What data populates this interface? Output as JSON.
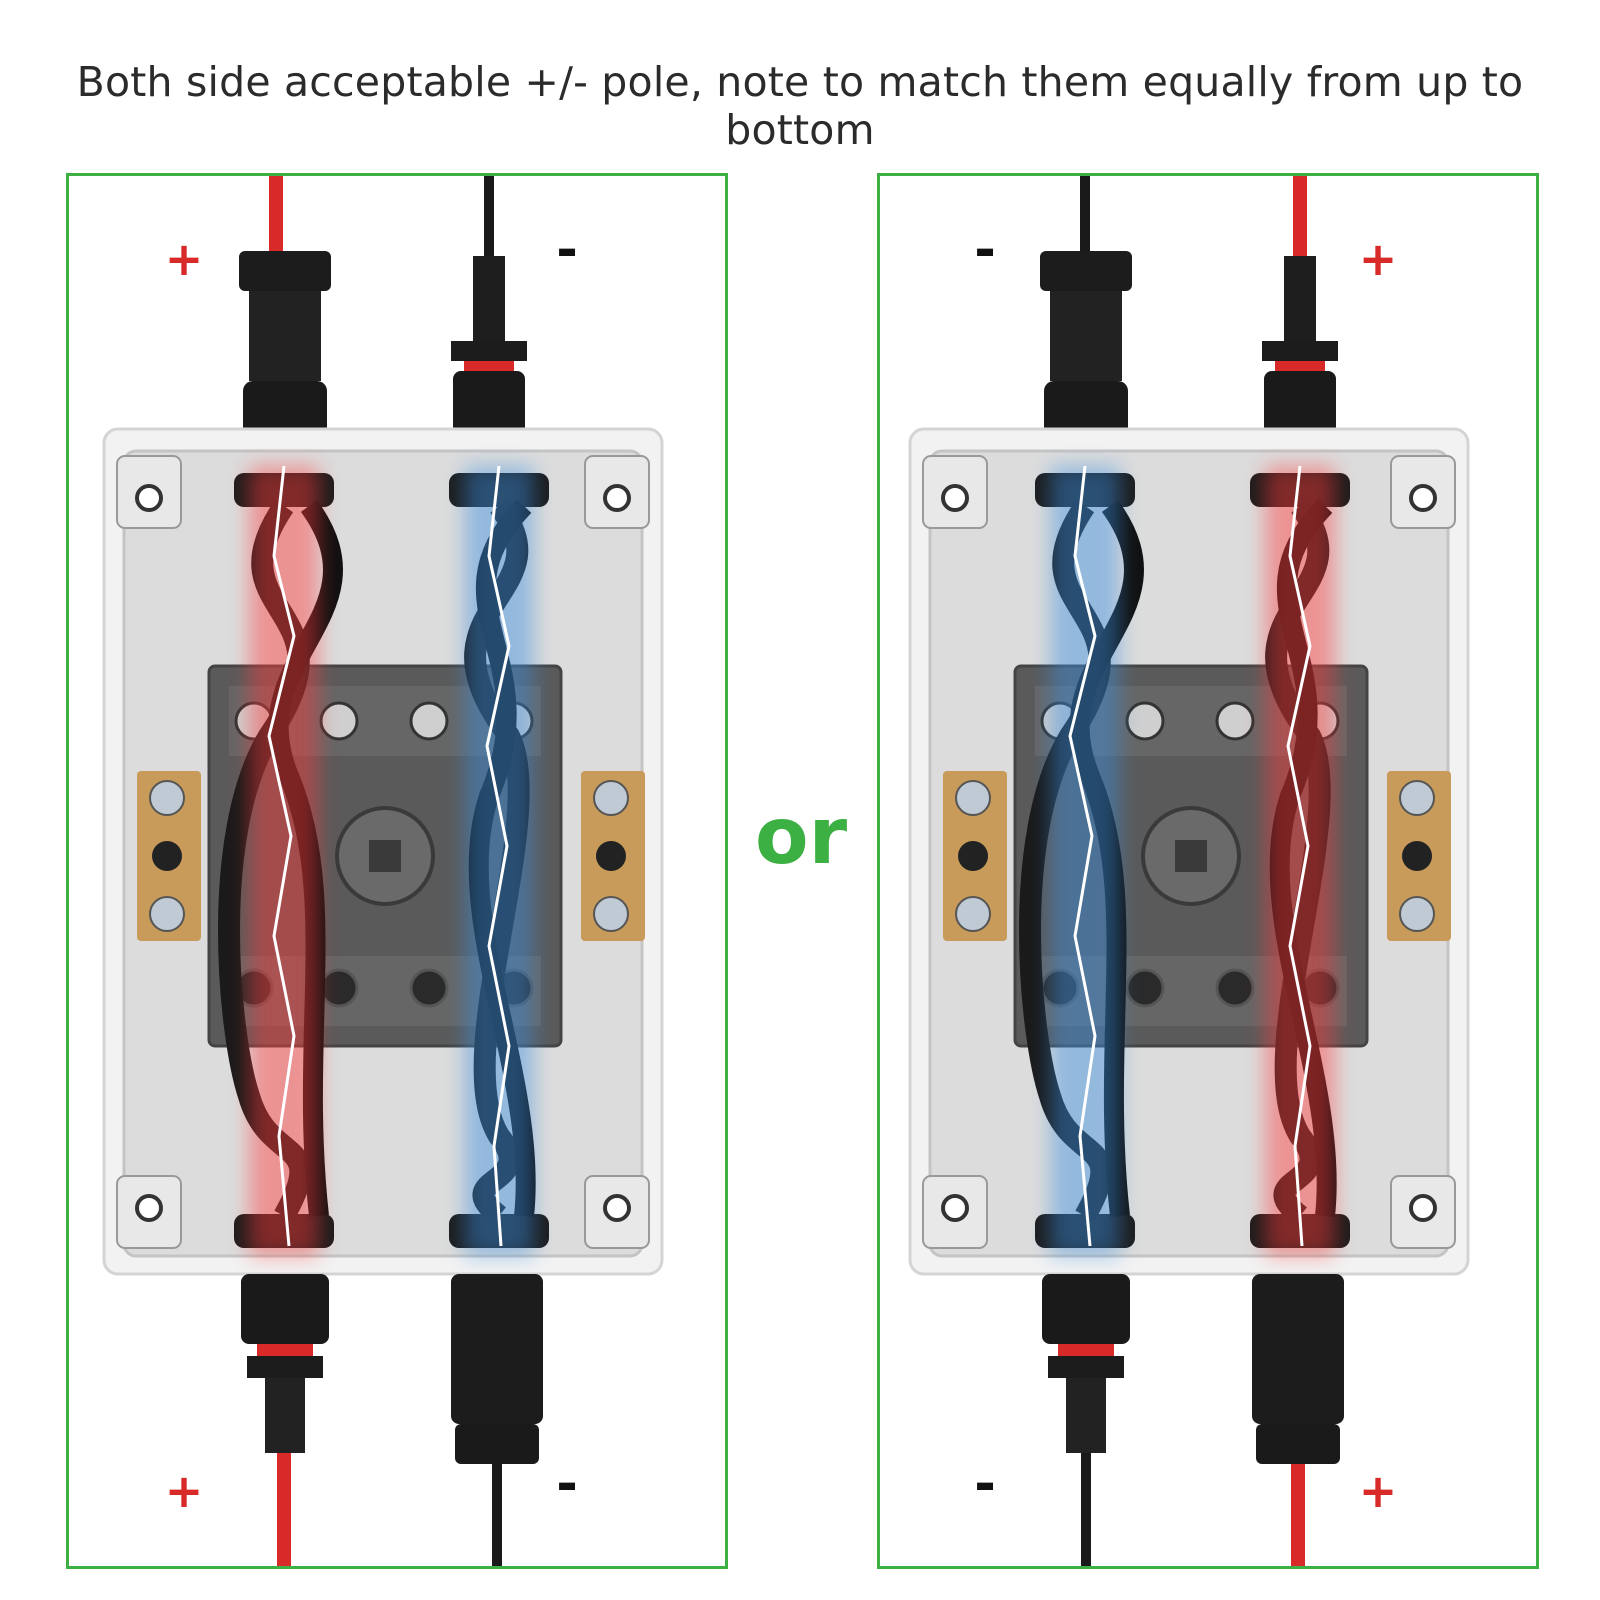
{
  "headline": "Both side acceptable +/- pole, note to match them equally from up to bottom",
  "separator": "or",
  "panels": [
    {
      "id": "left",
      "top_left": "+",
      "top_right": "-",
      "bottom_left": "+",
      "bottom_right": "-",
      "left_wire_color": "#d92a2a",
      "right_wire_color": "#1a1a1a",
      "left_glow_color": "#ff3b3b",
      "right_glow_color": "#3a8fe0"
    },
    {
      "id": "right",
      "top_left": "-",
      "top_right": "+",
      "bottom_left": "-",
      "bottom_right": "+",
      "left_wire_color": "#1a1a1a",
      "right_wire_color": "#d92a2a",
      "left_glow_color": "#3a8fe0",
      "right_glow_color": "#ff3b3b"
    }
  ],
  "colors": {
    "frame": "#3cb043",
    "positive": "#d92a2a",
    "negative": "#111111"
  },
  "icons": [
    "junction-box-photo",
    "solar-connector",
    "lightning-glow"
  ]
}
